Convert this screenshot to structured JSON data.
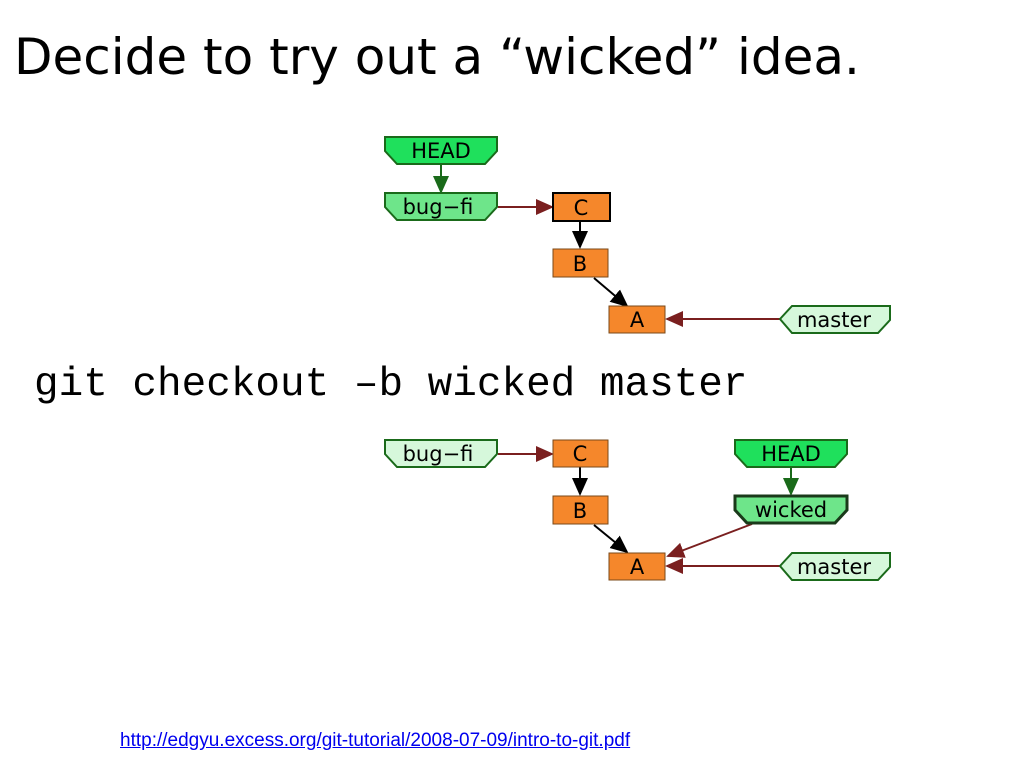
{
  "slide": {
    "title": "Decide to try out a “wicked” idea.",
    "command": "git checkout –b wicked master",
    "source_link": "http://edgyu.excess.org/git-tutorial/2008-07-09/intro-to-git.pdf"
  },
  "colors": {
    "head_ref": "#1fe05c",
    "branch_ref_current": "#6ee58a",
    "branch_ref_other": "#d6f8db",
    "commit": "#f5872b",
    "pointer_arrow": "#7a1f1f",
    "head_arrow": "#1a6a1a",
    "parent_arrow": "#000000"
  },
  "diagrams": {
    "before": {
      "head_label": "HEAD",
      "bugfix_label": "bug−fi",
      "master_label": "master",
      "commit_c": "C",
      "commit_b": "B",
      "commit_a": "A"
    },
    "after": {
      "head_label": "HEAD",
      "bugfix_label": "bug−fi",
      "wicked_label": "wicked",
      "master_label": "master",
      "commit_c": "C",
      "commit_b": "B",
      "commit_a": "A"
    }
  }
}
